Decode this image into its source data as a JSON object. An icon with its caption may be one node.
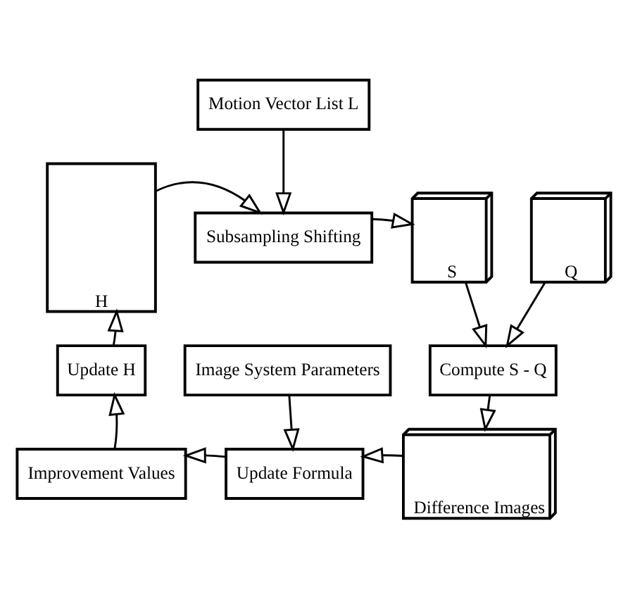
{
  "diagram": {
    "nodes": [
      {
        "text": [
          "H"
        ]
      },
      {
        "text": [
          "Motion Vector List L"
        ]
      },
      {
        "text": [
          "Subsampling Shifting"
        ]
      },
      {
        "text": [
          "S"
        ]
      },
      {
        "text": [
          "Q"
        ]
      },
      {
        "text": [
          "Compute S - Q"
        ]
      },
      {
        "text": [
          "Image System Parameters"
        ]
      },
      {
        "text": [
          "Difference Images"
        ]
      },
      {
        "text": [
          "Update Formula"
        ]
      },
      {
        "text": [
          "Improvement Values"
        ]
      },
      {
        "text": [
          "Update H"
        ]
      }
    ],
    "edges": [
      {
        "from": 0,
        "to": 2,
        "arrow": "to"
      },
      {
        "from": 1,
        "to": 2,
        "arrow": "to"
      },
      {
        "from": 2,
        "to": 3,
        "arrow": "to"
      },
      {
        "from": 3,
        "to": 5,
        "arrow": "to"
      },
      {
        "from": 4,
        "to": 5,
        "arrow": "to"
      },
      {
        "from": 5,
        "to": 7,
        "arrow": "to"
      },
      {
        "from": 7,
        "to": 8,
        "arrow": "to"
      },
      {
        "from": 6,
        "to": 8,
        "arrow": "to"
      },
      {
        "from": 8,
        "to": 9,
        "arrow": "to"
      },
      {
        "from": 9,
        "to": 10,
        "arrow": "to"
      },
      {
        "from": 10,
        "to": 0,
        "arrow": "to"
      }
    ]
  }
}
